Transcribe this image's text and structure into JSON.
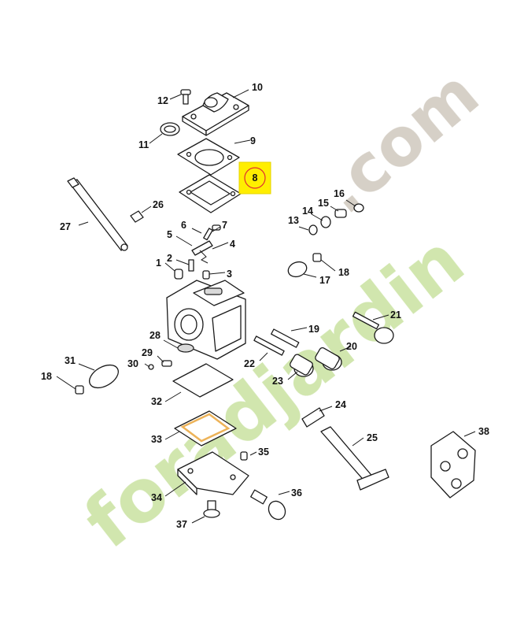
{
  "watermark": {
    "text_main": "foradjardin",
    "text_suffix": ".com",
    "color_main": "#c9e2a0",
    "color_accent": "#f2d7b3",
    "color_suffix": "#cfc8bd"
  },
  "highlight": {
    "part_number": "8",
    "box_color": "#ffee00",
    "circle_color": "#e03030"
  },
  "part_numbers": [
    "1",
    "2",
    "3",
    "4",
    "5",
    "6",
    "7",
    "9",
    "10",
    "11",
    "12",
    "13",
    "14",
    "15",
    "16",
    "17",
    "18",
    "18",
    "19",
    "20",
    "21",
    "22",
    "23",
    "24",
    "25",
    "26",
    "27",
    "28",
    "29",
    "30",
    "31",
    "32",
    "33",
    "34",
    "35",
    "36",
    "37",
    "38"
  ]
}
